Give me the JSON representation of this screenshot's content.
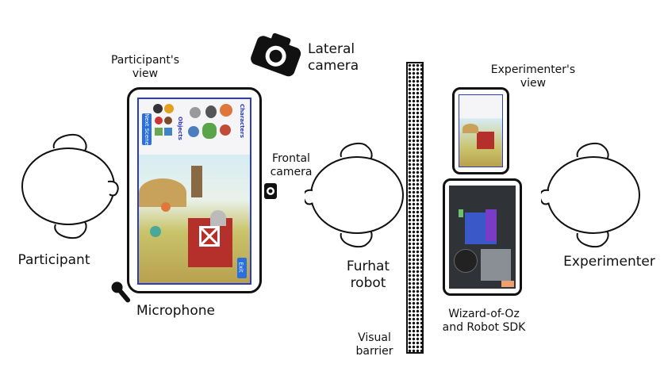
{
  "labels": {
    "participants_view": "Participant's\nview",
    "lateral_camera": "Lateral\ncamera",
    "experimenters_view": "Experimenter's\nview",
    "frontal_camera": "Frontal\ncamera",
    "participant": "Participant",
    "furhat_robot": "Furhat\nrobot",
    "experimenter": "Experimenter",
    "microphone": "Microphone",
    "wizard_of_oz": "Wizard-of-Oz\nand Robot SDK",
    "visual_barrier": "Visual\nbarrier"
  },
  "tablet_ui": {
    "characters_tab": "Characters",
    "objects_tab": "Objects",
    "next_scene_button": "Next Scene",
    "exit_button": "Exit"
  },
  "colors": {
    "tablet_border": "#2a3cc7",
    "button_blue": "#2a6fe0",
    "barn_red": "#b5302b"
  },
  "icons": [
    "camera-icon",
    "microphone-icon",
    "webcam-icon",
    "head-icon"
  ]
}
